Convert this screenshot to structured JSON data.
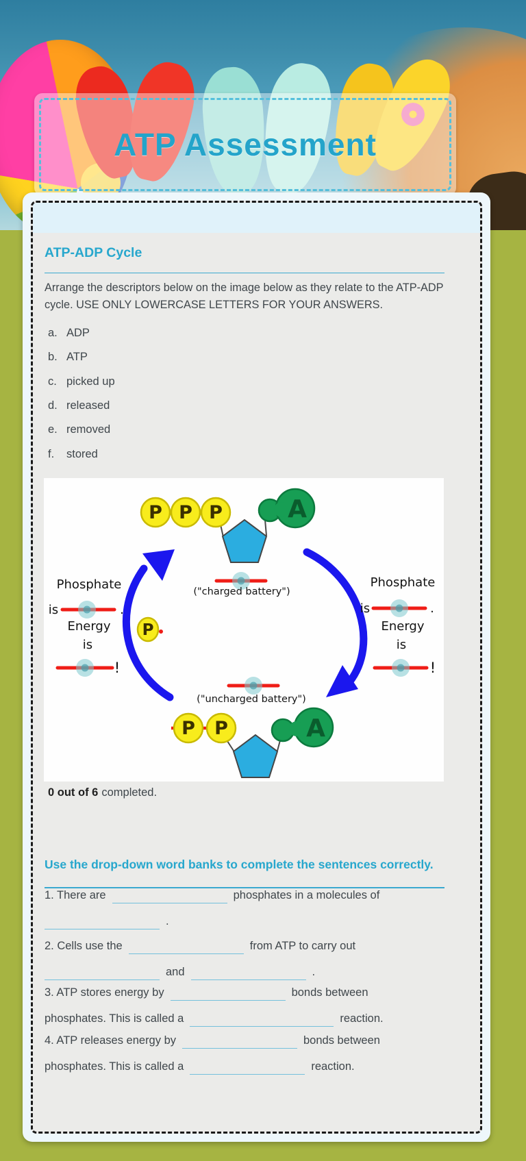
{
  "page": {
    "title": "ATP Assessment",
    "colors": {
      "accent_teal": "#27a7cd",
      "page_green": "#a6b442",
      "title_dash": "#55c0dc",
      "card_dash": "#1a1a1a",
      "blank_red": "#ee1c17",
      "arrow_blue": "#1b17ee",
      "phosphate_yellow": "#f8ec1c",
      "pentagon_blue": "#2bade0",
      "adenine_green": "#179e54"
    }
  },
  "section1": {
    "heading": "ATP-ADP Cycle",
    "instructions": "Arrange the descriptors below on the image below as they relate to the ATP-ADP cycle. USE ONLY LOWERCASE LETTERS FOR YOUR ANSWERS.",
    "options": [
      {
        "letter": "a.",
        "label": "ADP"
      },
      {
        "letter": "b.",
        "label": "ATP"
      },
      {
        "letter": "c.",
        "label": "picked up"
      },
      {
        "letter": "d.",
        "label": "released"
      },
      {
        "letter": "e.",
        "label": "removed"
      },
      {
        "letter": "f.",
        "label": "stored"
      }
    ],
    "progress_bold": "0 out of 6",
    "progress_rest": "completed."
  },
  "diagram": {
    "p": "P",
    "a": "A",
    "charged_caption": "(\"charged battery\")",
    "uncharged_caption": "(\"uncharged battery\")",
    "phosphate": "Phosphate",
    "is_word": "is",
    "energy": "Energy",
    "period": ".",
    "exclamation": "!"
  },
  "section2": {
    "heading": "Use the drop-down word banks to complete the sentences correctly.",
    "q1": {
      "a": "1. There are",
      "b": "phosphates in a molecules of",
      "c": "."
    },
    "q2": {
      "a": "2. Cells use the",
      "b": "from ATP to carry out",
      "c": "and",
      "d": "."
    },
    "q3": {
      "a": "3. ATP stores energy by",
      "b": "bonds between",
      "c": "phosphates. This is called a",
      "d": "reaction."
    },
    "q4": {
      "a": "4. ATP releases energy by",
      "b": "bonds between",
      "c": "phosphates. This is called a",
      "d": "reaction."
    }
  }
}
